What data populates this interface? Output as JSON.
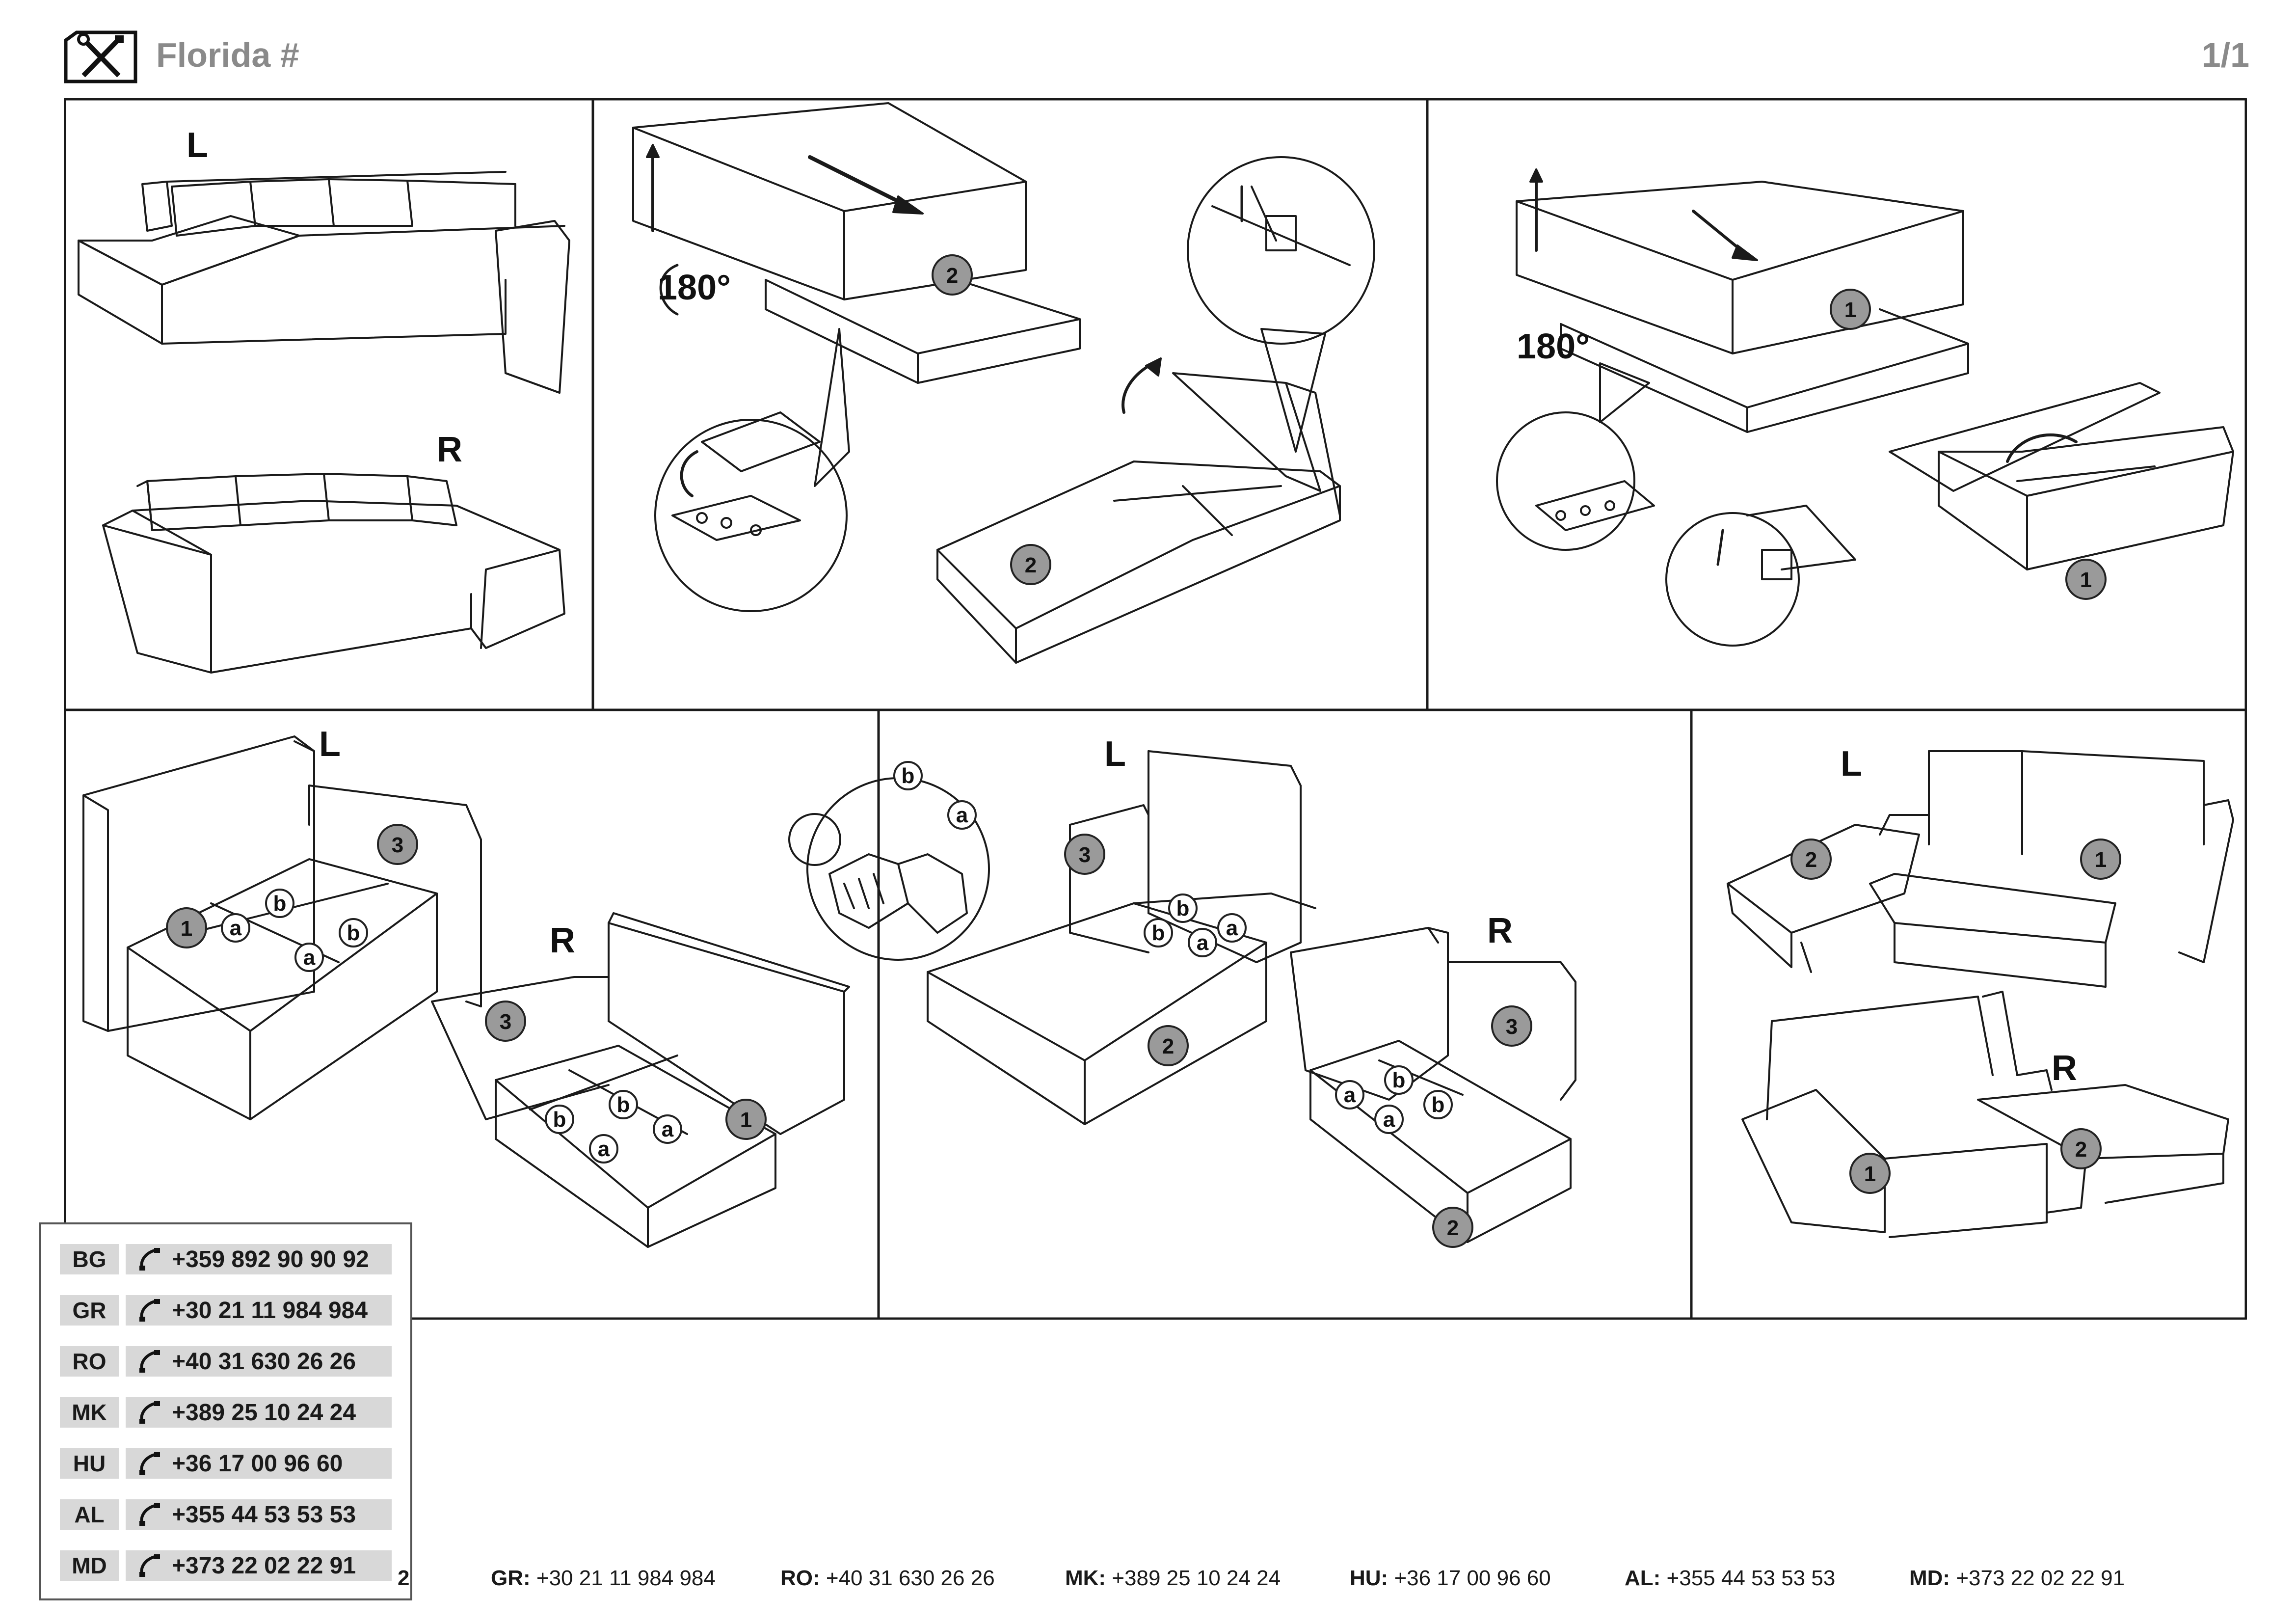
{
  "header": {
    "title": "Florida #",
    "page": "1/1",
    "icon": "tools-icon"
  },
  "labels": {
    "L": "L",
    "R": "R",
    "angle": "180°",
    "n1": "1",
    "n2": "2",
    "n3": "3",
    "a": "a",
    "b": "b"
  },
  "phones": [
    {
      "country": "BG",
      "number": "+359 892 90 90 92"
    },
    {
      "country": "GR",
      "number": "+30 21 11 984 984"
    },
    {
      "country": "RO",
      "number": "+40 31 630 26 26"
    },
    {
      "country": "MK",
      "number": "+389 25 10 24 24"
    },
    {
      "country": "HU",
      "number": "+36 17 00 96 60"
    },
    {
      "country": "AL",
      "number": "+355 44 53 53 53"
    },
    {
      "country": "MD",
      "number": "+373 22 02 22 91"
    }
  ],
  "footer": {
    "cut_fragment": "2",
    "items": [
      {
        "code": "GR:",
        "number": "+30 21 11 984 984"
      },
      {
        "code": "RO:",
        "number": "+40 31 630 26 26"
      },
      {
        "code": "MK:",
        "number": "+389 25 10 24 24"
      },
      {
        "code": "HU:",
        "number": "+36 17 00 96 60"
      },
      {
        "code": "AL:",
        "number": "+355 44 53 53 53"
      },
      {
        "code": "MD:",
        "number": "+373 22 02 22 91"
      }
    ]
  },
  "colors": {
    "line": "#1a1a1a",
    "badge_fill": "#9a9a9a",
    "header_text": "#8a8a8a",
    "phone_cell": "#d8d8d8"
  }
}
